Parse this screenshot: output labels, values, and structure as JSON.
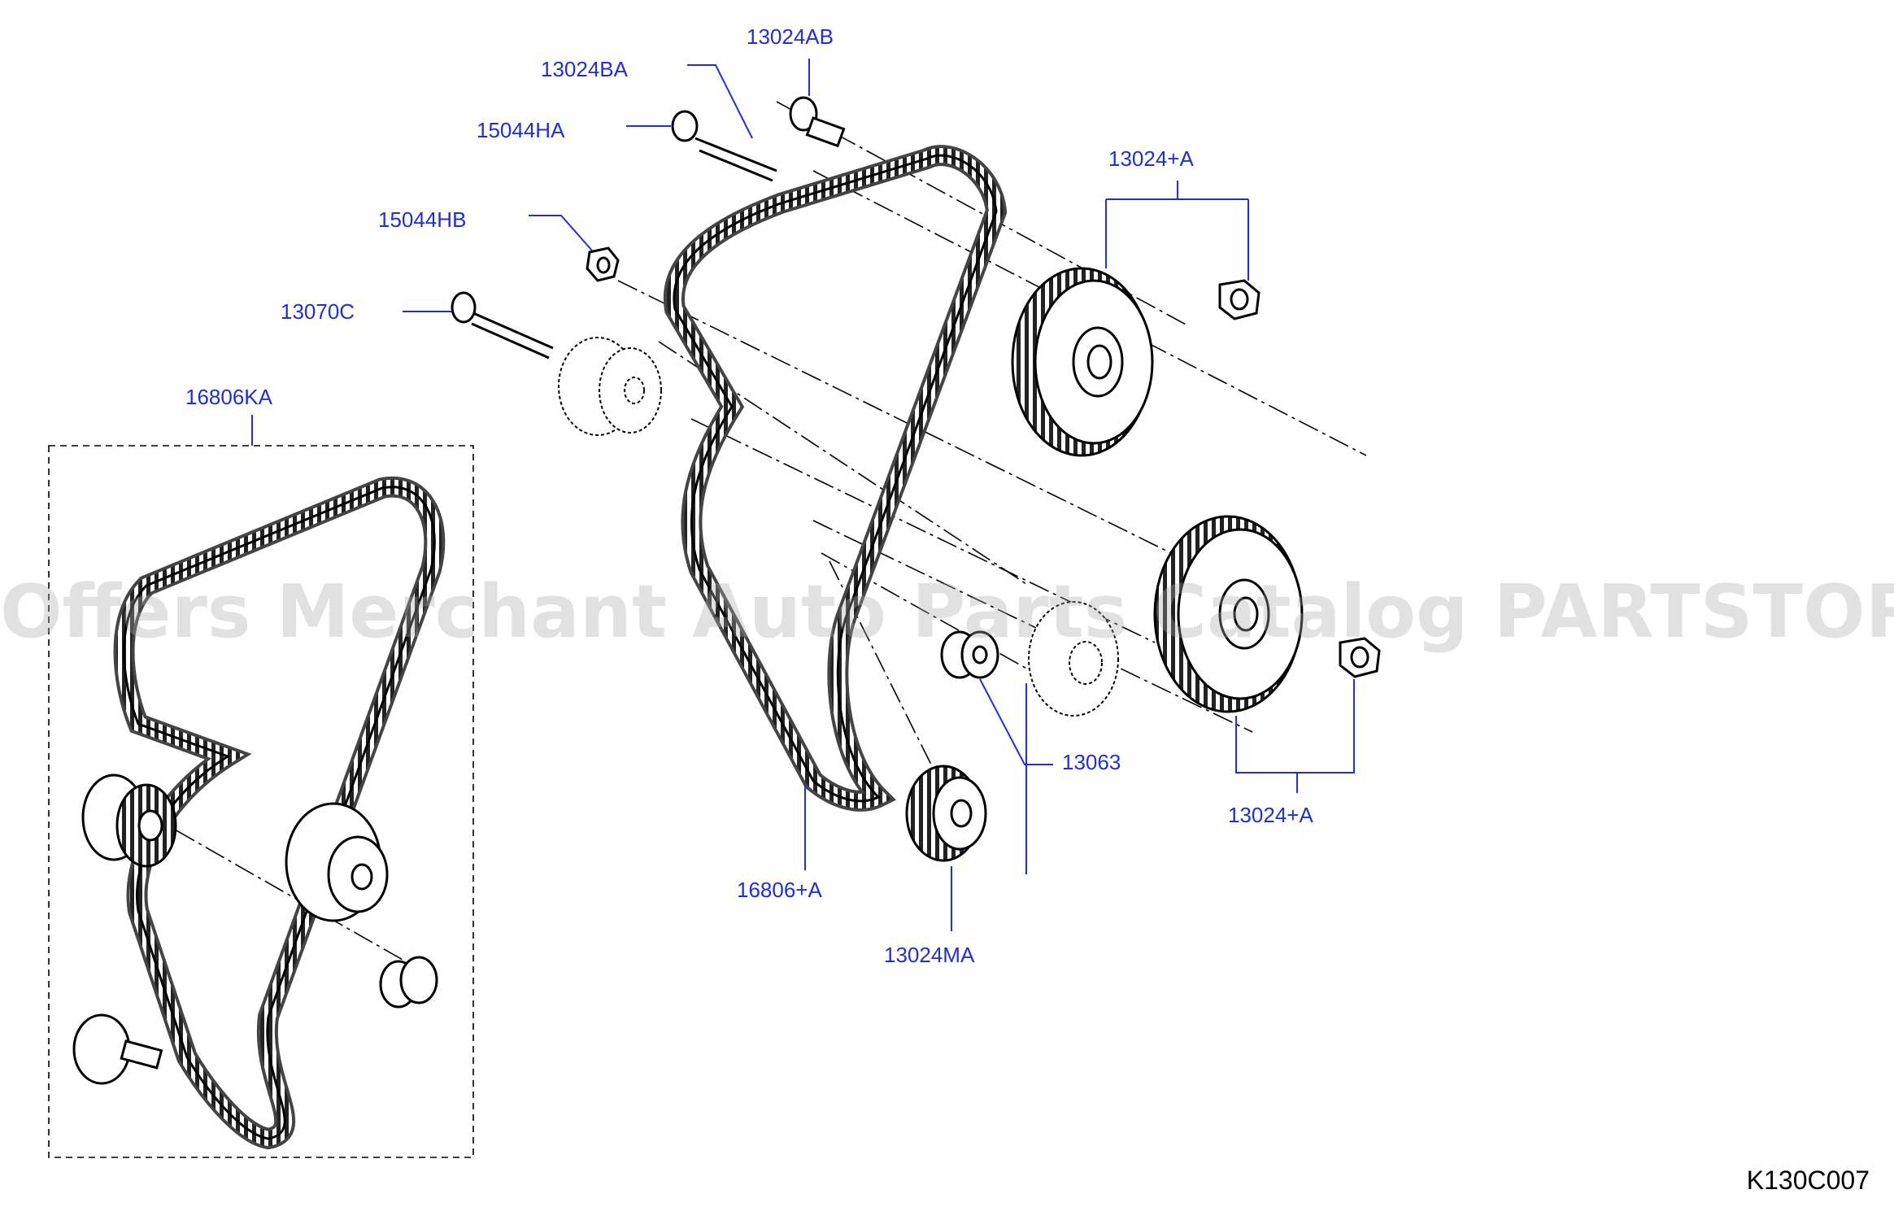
{
  "callouts": {
    "p13024AB": "13024AB",
    "p13024BA": "13024BA",
    "p15044HA": "15044HA",
    "p15044HB": "15044HB",
    "p13070C": "13070C",
    "p16806KA": "16806KA",
    "p13024A_top": "13024+A",
    "p13024A_bottom": "13024+A",
    "p13063": "13063",
    "p16806A": "16806+A",
    "p13024MA": "13024MA"
  },
  "diagram_code": "K130C007",
  "watermark": "Offers Merchant Auto Parts Catalog PARTSTORE.SA",
  "colors": {
    "callout": "#1f2fd6",
    "line": "#000000"
  }
}
